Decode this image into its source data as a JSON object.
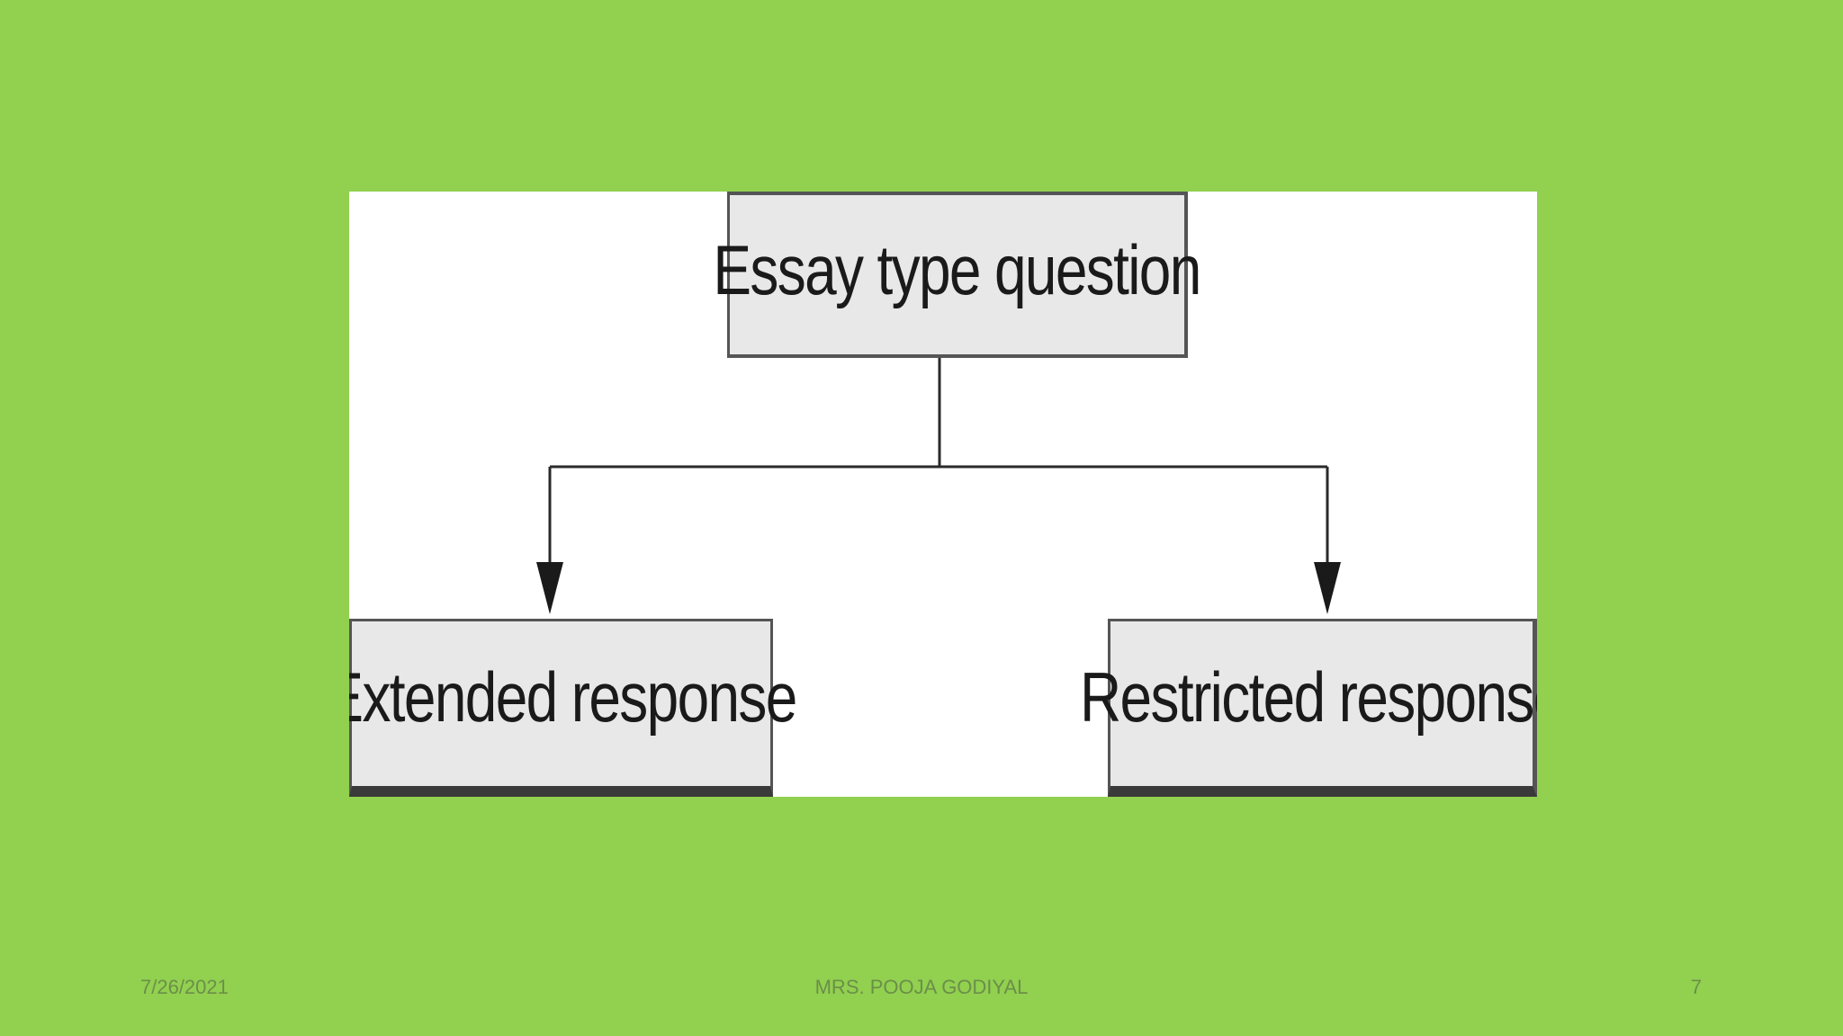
{
  "diagram": {
    "root": {
      "label": "Essay type question"
    },
    "children": [
      {
        "label": "Extended response"
      },
      {
        "label": "Restricted response"
      }
    ]
  },
  "footer": {
    "date": "7/26/2021",
    "author": "MRS. POOJA GODIYAL",
    "page_number": "7"
  },
  "colors": {
    "slide_background": "#92d050",
    "diagram_background": "#ffffff",
    "node_fill": "#e8e8e8",
    "node_border": "#555555",
    "connector": "#2a2a2a"
  }
}
